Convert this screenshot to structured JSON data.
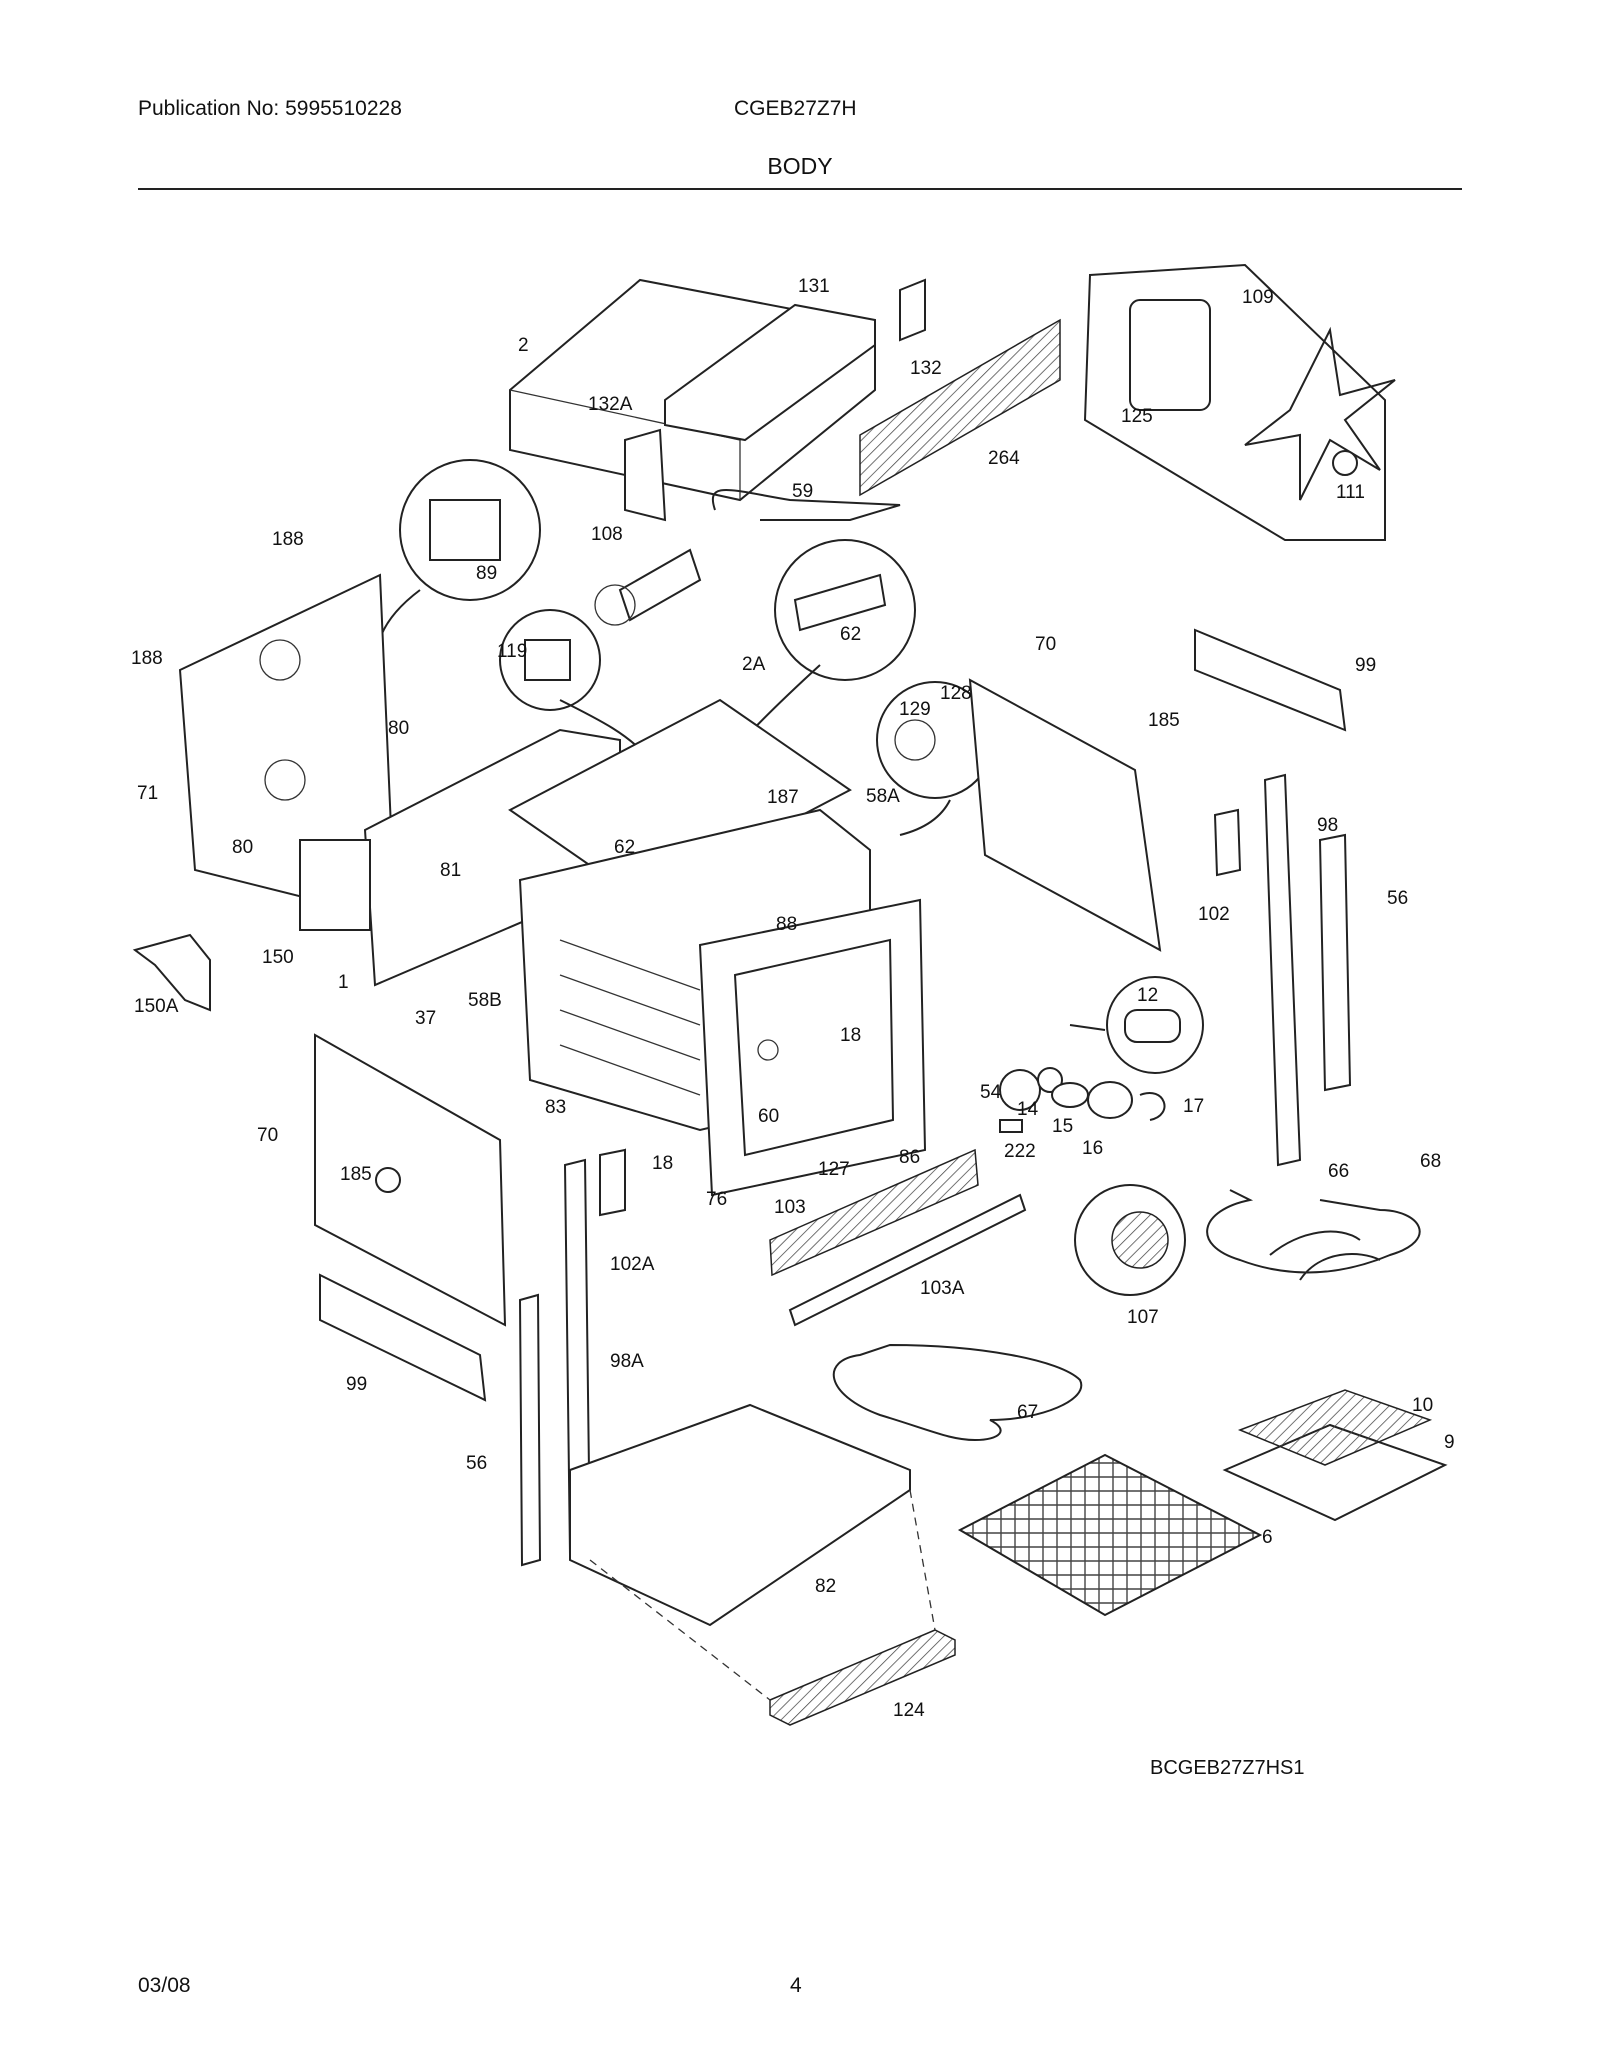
{
  "header": {
    "publication": "Publication No: 5995510228",
    "model": "CGEB27Z7H",
    "section_title": "BODY"
  },
  "diagram": {
    "reference_code": "BCGEB27Z7HS1",
    "callouts": [
      "131",
      "132",
      "2",
      "132A",
      "264",
      "109",
      "125",
      "111",
      "59",
      "108",
      "188",
      "89",
      "188",
      "119",
      "2A",
      "62",
      "128",
      "129",
      "70",
      "99",
      "185",
      "71",
      "80",
      "80",
      "62",
      "187",
      "58A",
      "81",
      "88",
      "98",
      "56",
      "102",
      "150",
      "1",
      "58B",
      "12",
      "150A",
      "37",
      "18",
      "83",
      "60",
      "54",
      "14",
      "15",
      "17",
      "16",
      "18",
      "127",
      "86",
      "222",
      "70",
      "185",
      "76",
      "103",
      "66",
      "68",
      "102A",
      "103A",
      "107",
      "99",
      "98A",
      "67",
      "10",
      "9",
      "56",
      "82",
      "6",
      "124"
    ]
  },
  "footer": {
    "date": "03/08",
    "page": "4"
  }
}
